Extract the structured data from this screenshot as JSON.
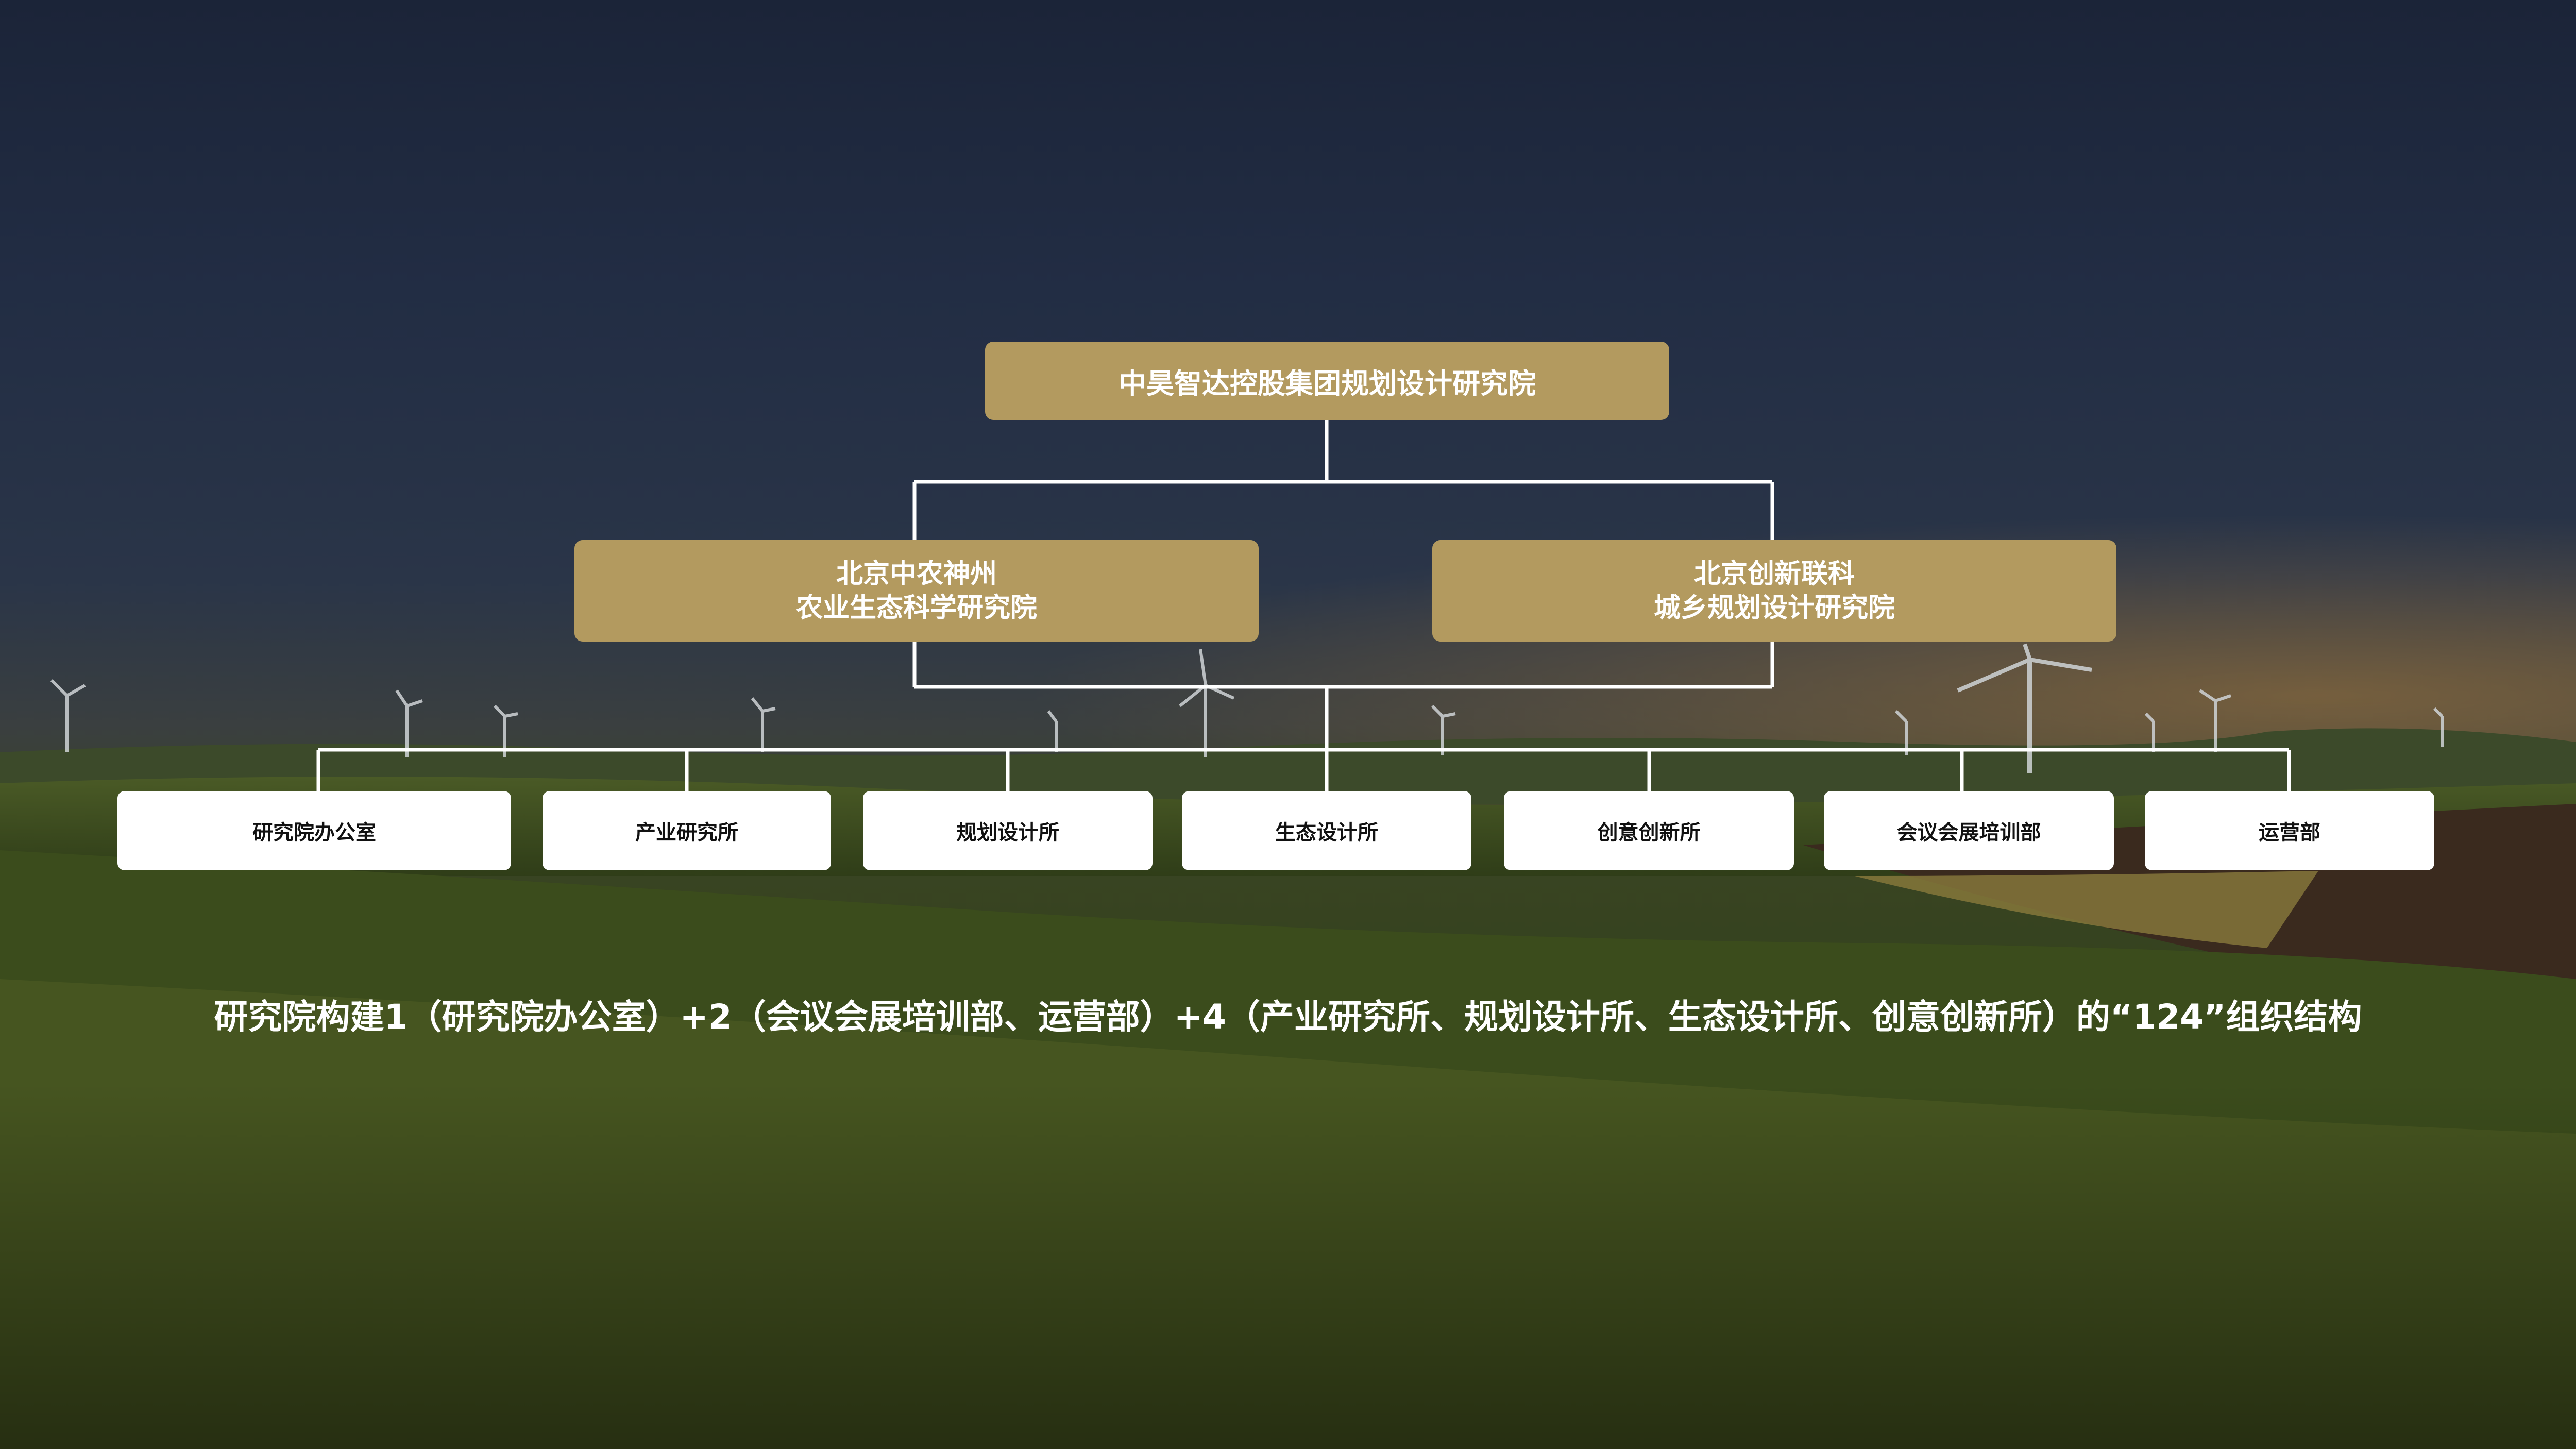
{
  "org_chart": {
    "root": "中昊智达控股集团规划设计研究院",
    "institutes": [
      {
        "line1": "北京中农神州",
        "line2": "农业生态科学研究院"
      },
      {
        "line1": "北京创新联科",
        "line2": "城乡规划设计研究院"
      }
    ],
    "departments": [
      "研究院办公室",
      "产业研究所",
      "规划设计所",
      "生态设计所",
      "创意创新所",
      "会议会展培训部",
      "运营部"
    ]
  },
  "caption": "研究院构建1（研究院办公室）+2（会议会展培训部、运营部）+4（产业研究所、规划设计所、生态设计所、创意创新所）的“124”组织结构",
  "colors": {
    "gold": "#b39a5f",
    "white": "#ffffff",
    "connector": "#ffffff"
  }
}
